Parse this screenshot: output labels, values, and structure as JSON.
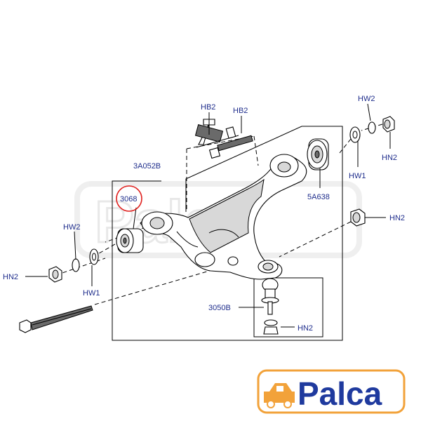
{
  "callouts": {
    "hb2_a": "HB2",
    "hb2_b": "HB2",
    "hw2_top": "HW2",
    "hn2_top": "HN2",
    "hw1_top": "HW1",
    "a3a052b": "3A052B",
    "a5a638": "5A638",
    "hn2_mid": "HN2",
    "a3068": "3068",
    "hw2_left": "HW2",
    "hn2_left": "HN2",
    "hw1_left": "HW1",
    "a3050b": "3050B",
    "hn2_bottom": "HN2"
  },
  "logo": {
    "text": "Palca"
  },
  "watermark": {
    "text": "Palca"
  },
  "colors": {
    "callout": "#1f2e8c",
    "highlight": "#e0201e",
    "logo_blue": "#1f3a9e",
    "logo_orange": "#f2a23a"
  }
}
